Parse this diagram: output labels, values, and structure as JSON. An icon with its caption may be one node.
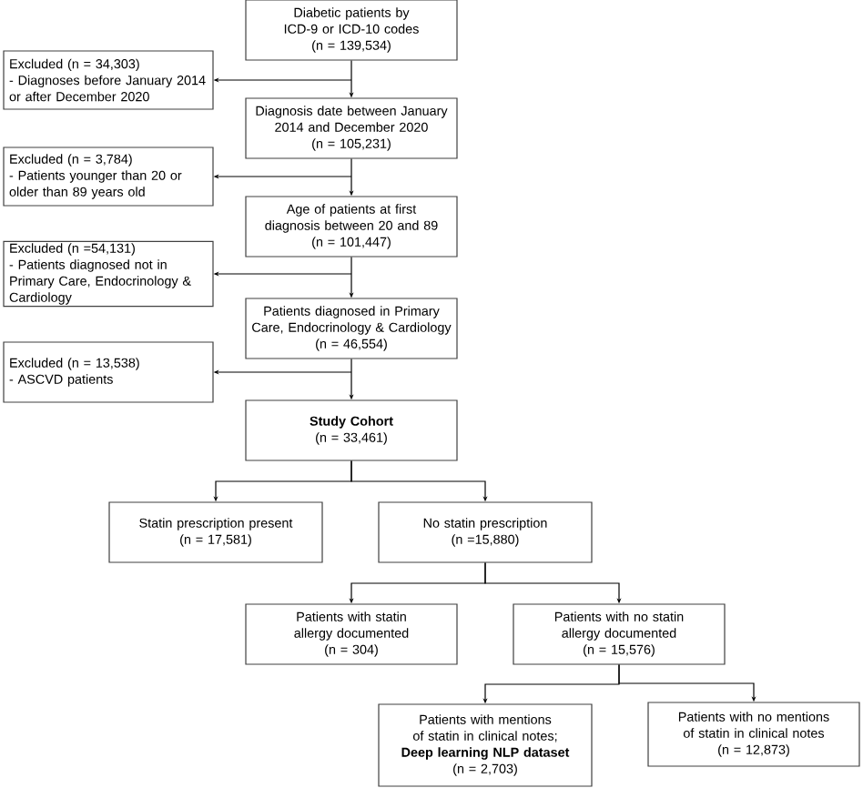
{
  "diagram": {
    "nodes": [
      {
        "text": [
          "Diabetic patients by ICD-9 or ICD-10 codes",
          "(n = 139,534)"
        ]
      },
      {
        "text": [
          "Excluded (n = 34,303)",
          "- Diagnoses before January 2014 or after December 2020"
        ]
      },
      {
        "text": [
          "Diagnosis date between January 2014 and December 2020",
          "(n = 105,231)"
        ]
      },
      {
        "text": [
          "Excluded (n = 3,784)",
          "- Patients younger than 20 or older than 89 years old"
        ]
      },
      {
        "text": [
          "Age of patients at first diagnosis between 20 and 89",
          "(n = 101,447)"
        ]
      },
      {
        "text": [
          "Excluded (n =54,131)",
          "- Patients diagnosed not in Primary Care, Endocrinology & Cardiology"
        ]
      },
      {
        "text": [
          "Patients diagnosed in Primary Care, Endocrinology & Cardiology",
          "(n = 46,554)"
        ]
      },
      {
        "text": [
          "Excluded (n = 13,538)",
          "- ASCVD patients"
        ]
      },
      {
        "text": [
          "Study Cohort",
          "(n = 33,461)"
        ]
      },
      {
        "text": [
          "Statin prescription present",
          "(n = 17,581)"
        ]
      },
      {
        "text": [
          "No statin prescription",
          "(n =15,880)"
        ]
      },
      {
        "text": [
          "Patients with statin allergy documented",
          "(n = 304)"
        ]
      },
      {
        "text": [
          "Patients with no statin allergy documented",
          "(n = 15,576)"
        ]
      },
      {
        "text": [
          "Patients with mentions of statin in clinical notes;",
          "Deep learning NLP dataset",
          "(n = 2,703)"
        ]
      },
      {
        "text": [
          "Patients with no mentions of statin in clinical notes",
          "(n = 12,873)"
        ]
      }
    ],
    "edges": [
      {
        "from": 0,
        "to": 2,
        "arrow": "to"
      },
      {
        "from": 0,
        "to": 1,
        "arrow": "to"
      },
      {
        "from": 2,
        "to": 4,
        "arrow": "to"
      },
      {
        "from": 2,
        "to": 3,
        "arrow": "to"
      },
      {
        "from": 4,
        "to": 6,
        "arrow": "to"
      },
      {
        "from": 4,
        "to": 5,
        "arrow": "to"
      },
      {
        "from": 6,
        "to": 8,
        "arrow": "to"
      },
      {
        "from": 6,
        "to": 7,
        "arrow": "to"
      },
      {
        "from": 8,
        "to": 9,
        "arrow": "to"
      },
      {
        "from": 8,
        "to": 10,
        "arrow": "to"
      },
      {
        "from": 10,
        "to": 11,
        "arrow": "to"
      },
      {
        "from": 10,
        "to": 12,
        "arrow": "to"
      },
      {
        "from": 12,
        "to": 13,
        "arrow": "to"
      },
      {
        "from": 12,
        "to": 14,
        "arrow": "to"
      }
    ]
  }
}
